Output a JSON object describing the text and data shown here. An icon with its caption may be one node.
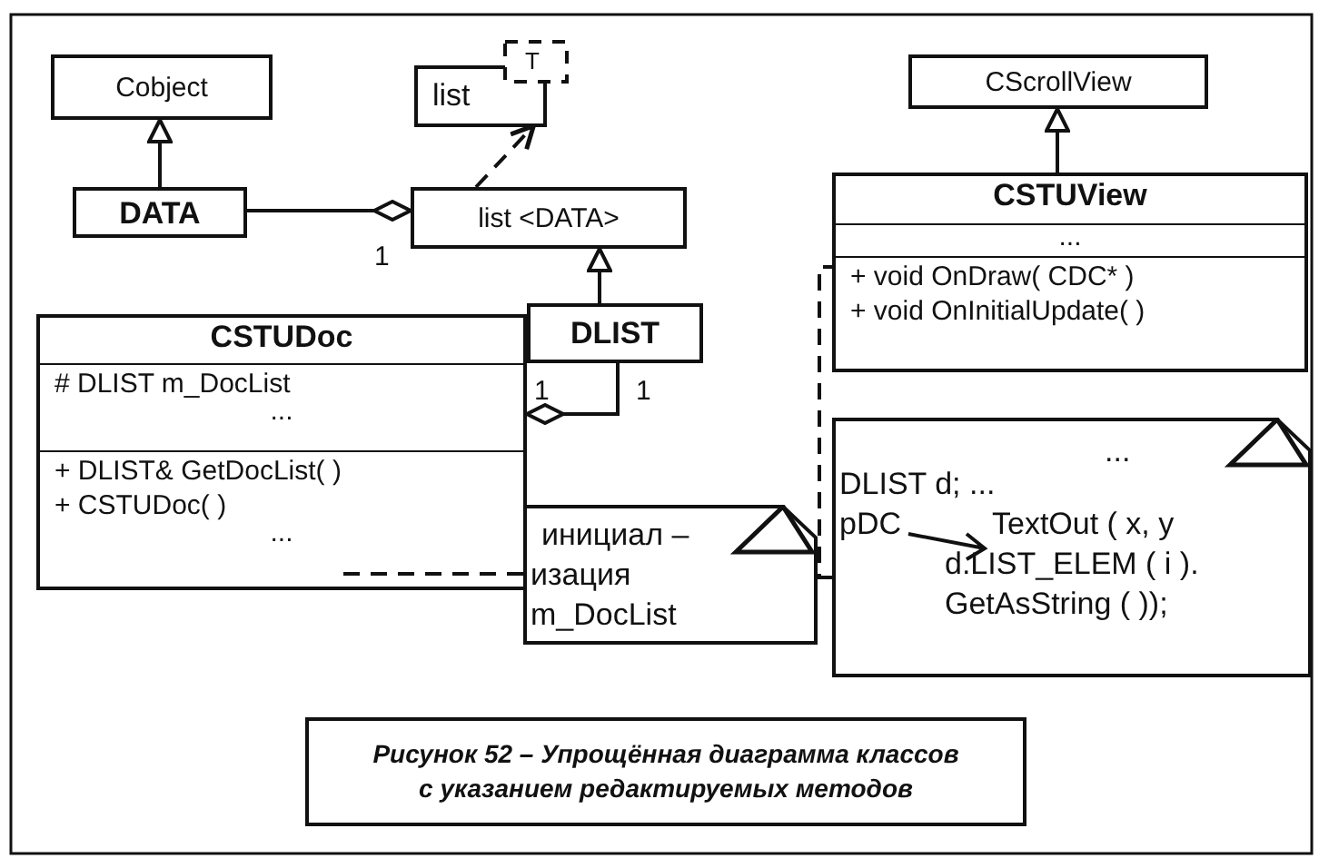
{
  "diagram": {
    "caption": "Рисунок 52 – Упрощённая диаграмма классов с указанием редактируемых методов",
    "nodes": [
      {
        "text": [
          "Cobject"
        ]
      },
      {
        "text": [
          "list",
          "T"
        ]
      },
      {
        "text": [
          "DATA"
        ]
      },
      {
        "text": [
          "list <DATA>"
        ]
      },
      {
        "text": [
          "DLIST"
        ]
      },
      {
        "text": [
          "CSTUDoc",
          "# DLIST m_DocList",
          "...",
          "+ DLIST& GetDocList( )",
          "+ CSTUDoc( )",
          "..."
        ]
      },
      {
        "text": [
          "CScrollView"
        ]
      },
      {
        "text": [
          "CSTUView",
          "...",
          "+ void OnDraw( CDC* )",
          "+ void OnInitialUpdate( )"
        ]
      },
      {
        "text": [
          "инициал – изация m_DocList"
        ]
      },
      {
        "text": [
          "...",
          "DLIST d; ...",
          "pDC",
          "TextOut ( x, y d.LIST_ELEM ( i ). GetAsString ( ));"
        ]
      }
    ],
    "edges": [
      {
        "from": 2,
        "to": 0,
        "arrow": "to"
      },
      {
        "from": 3,
        "to": 1,
        "arrow": "to",
        "style": "dashed"
      },
      {
        "from": 2,
        "to": 3,
        "arrow": "other",
        "label": "1"
      },
      {
        "from": 4,
        "to": 3,
        "arrow": "to"
      },
      {
        "from": 4,
        "to": 5,
        "arrow": "other",
        "label": "1"
      },
      {
        "from": 7,
        "to": 6,
        "arrow": "to"
      },
      {
        "from": 8,
        "to": 5,
        "arrow": "none",
        "style": "dashed"
      },
      {
        "from": 9,
        "to": 7,
        "arrow": "none",
        "style": "dashed"
      }
    ],
    "labels": [
      "1"
    ]
  }
}
